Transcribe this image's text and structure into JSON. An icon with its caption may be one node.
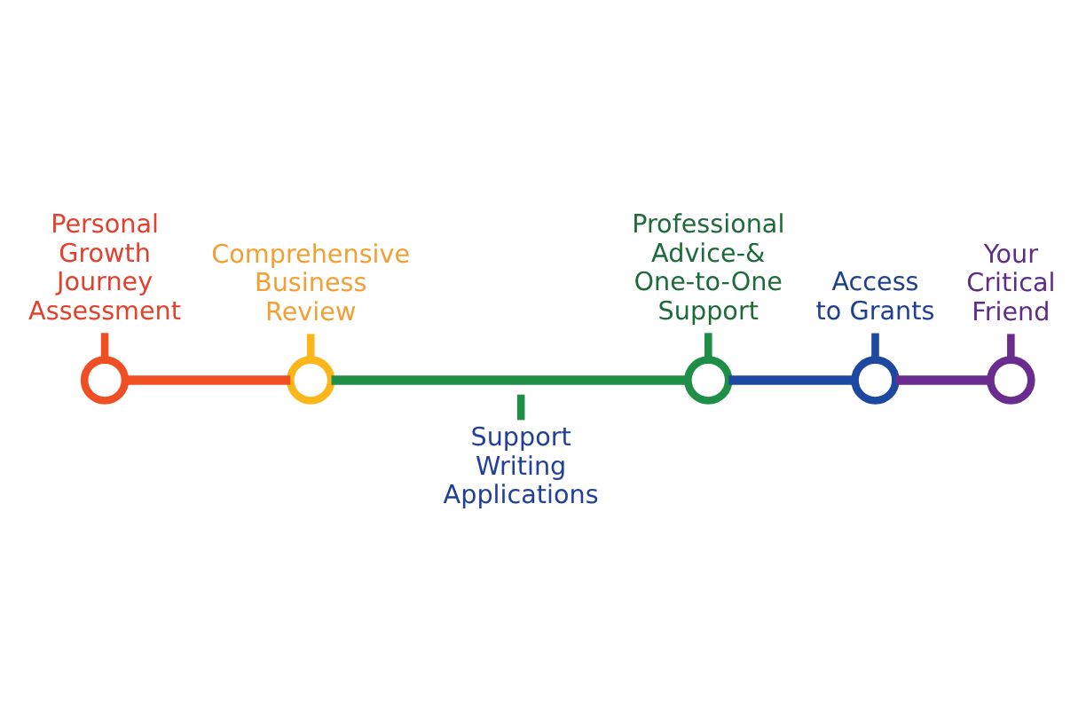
{
  "diagram": {
    "nodes": [
      {
        "text": [
          "Personal Growth Journey Assessment"
        ]
      },
      {
        "text": [],
        "shape": "circle"
      },
      {
        "text": [
          "Comprehensive Business Review"
        ]
      },
      {
        "text": [],
        "shape": "circle"
      },
      {
        "text": [
          "Professional Advice-& One-to-One Support"
        ]
      },
      {
        "text": [],
        "shape": "circle"
      },
      {
        "text": [
          "Access to Grants"
        ]
      },
      {
        "text": [],
        "shape": "circle"
      },
      {
        "text": [
          "Your Critical Friend"
        ]
      },
      {
        "text": [],
        "shape": "circle"
      },
      {
        "text": [
          "Support Writing Applications"
        ]
      }
    ],
    "edges": [
      {
        "from": 0,
        "to": 1,
        "arrow": "none",
        "color": "#f04e23"
      },
      {
        "from": 1,
        "to": 3,
        "arrow": "none",
        "color": "#f04e23"
      },
      {
        "from": 2,
        "to": 3,
        "arrow": "none",
        "color": "#fbb619"
      },
      {
        "from": 3,
        "to": 5,
        "arrow": "none",
        "color": "#1f8f47"
      },
      {
        "from": null,
        "to": 10,
        "arrow": "none",
        "color": "#1f8f47"
      },
      {
        "from": 4,
        "to": 5,
        "arrow": "none",
        "color": "#1f8f47"
      },
      {
        "from": 5,
        "to": 7,
        "arrow": "none",
        "color": "#1d48a0"
      },
      {
        "from": 6,
        "to": 7,
        "arrow": "none",
        "color": "#1d48a0"
      },
      {
        "from": 7,
        "to": 9,
        "arrow": "none",
        "color": "#6a2d8f"
      },
      {
        "from": 8,
        "to": 9,
        "arrow": "none",
        "color": "#6a2d8f"
      }
    ]
  }
}
